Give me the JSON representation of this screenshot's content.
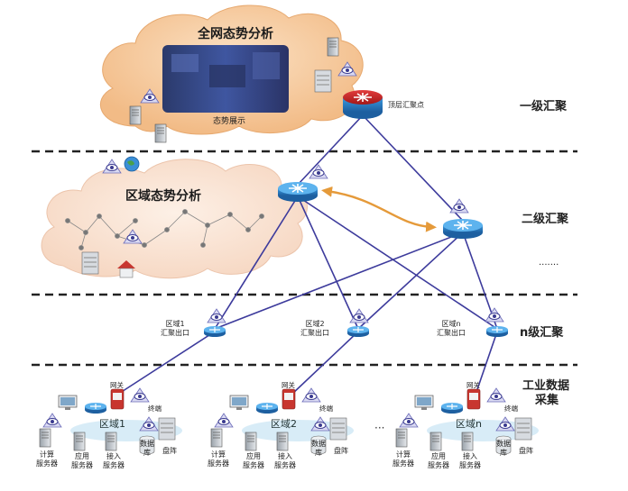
{
  "cloud_top": {
    "title": "全网态势分析",
    "caption": "态势展示",
    "aggregation_point": "顶层汇聚点"
  },
  "cloud_region": {
    "title": "区域态势分析"
  },
  "levels": {
    "level1": "一级汇聚",
    "level2": "二级汇聚",
    "ellipsis": "·······",
    "leveln": "n级汇聚",
    "industrial_line1": "工业数据",
    "industrial_line2": "采集"
  },
  "exits": [
    {
      "line1": "区域1",
      "line2": "汇聚出口"
    },
    {
      "line1": "区域2",
      "line2": "汇聚出口"
    },
    {
      "line1": "区域n",
      "line2": "汇聚出口"
    }
  ],
  "regions": [
    {
      "name": "区域1",
      "gateway": "网关",
      "terminal": "终端",
      "compute": [
        "计算",
        "服务器"
      ],
      "app": [
        "应用",
        "服务器"
      ],
      "access": [
        "接入",
        "服务器"
      ],
      "db": [
        "数据",
        "库"
      ],
      "array": "盘阵"
    },
    {
      "name": "区域2",
      "gateway": "网关",
      "terminal": "终端",
      "compute": [
        "计算",
        "服务器"
      ],
      "app": [
        "应用",
        "服务器"
      ],
      "access": [
        "接入",
        "服务器"
      ],
      "db": [
        "数据",
        "库"
      ],
      "array": "盘阵"
    },
    {
      "name": "区域n",
      "gateway": "网关",
      "terminal": "终端",
      "compute": [
        "计算",
        "服务器"
      ],
      "app": [
        "应用",
        "服务器"
      ],
      "access": [
        "接入",
        "服务器"
      ],
      "db": [
        "数据",
        "库"
      ],
      "array": "盘阵"
    }
  ],
  "region_ellipsis": "···",
  "colors": {
    "link": "#3d3b9c",
    "router": "#2c86c8",
    "top_router": "#c82828",
    "cloud_top": "#f6c99a",
    "cloud_region": "#fbe5d5",
    "bidirectional_arrow": "#e59a3a",
    "dash": "#222222"
  },
  "icons": [
    "router-icon",
    "eye-icon",
    "server-icon",
    "database-icon",
    "disk-array-icon",
    "gateway-icon",
    "terminal-icon",
    "globe-icon",
    "house-icon"
  ]
}
